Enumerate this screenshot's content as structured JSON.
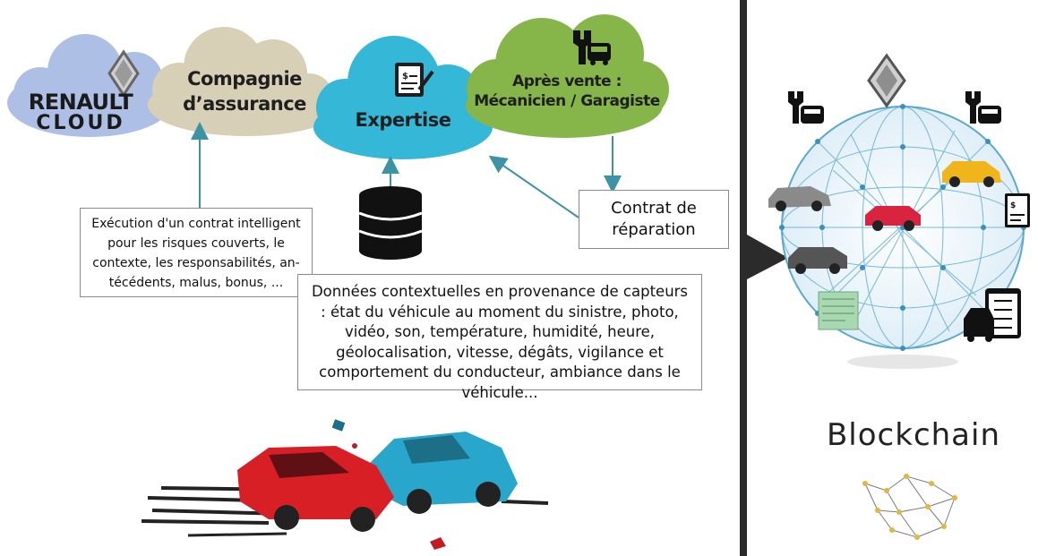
{
  "clouds": {
    "renault": {
      "line1": "RENAULT",
      "line2": "CLOUD"
    },
    "insurance": {
      "label": "Compagnie d’assurance"
    },
    "expertise": {
      "label": "Expertise"
    },
    "aftersales": {
      "line1": "Après vente :",
      "line2": "Mécanicien / Garagiste"
    }
  },
  "boxes": {
    "smart_contract": "Exécution d'un contrat intelligent pour les risques couverts, le contexte, les responsabilités, an-técédents, malus, bonus, ...",
    "repair_contract_line1": "Contrat de",
    "repair_contract_line2": "réparation",
    "sensor_data": "Données contextuelles en provenance de capteurs : état du véhicule au moment du sinistre, photo, vidéo, son, température, humidité,  heure, géolocalisation, vitesse, dégâts, vigilance et comportement du conducteur, ambiance dans le véhicule..."
  },
  "right_panel": {
    "title": "Blockchain"
  },
  "colors": {
    "cloud_blue": "#aebfe6",
    "cloud_beige": "#d8d0b6",
    "cloud_cyan": "#35b7d8",
    "cloud_green": "#86b54a",
    "arrow_teal": "#3d93a3",
    "divider": "#2b2b2b"
  }
}
